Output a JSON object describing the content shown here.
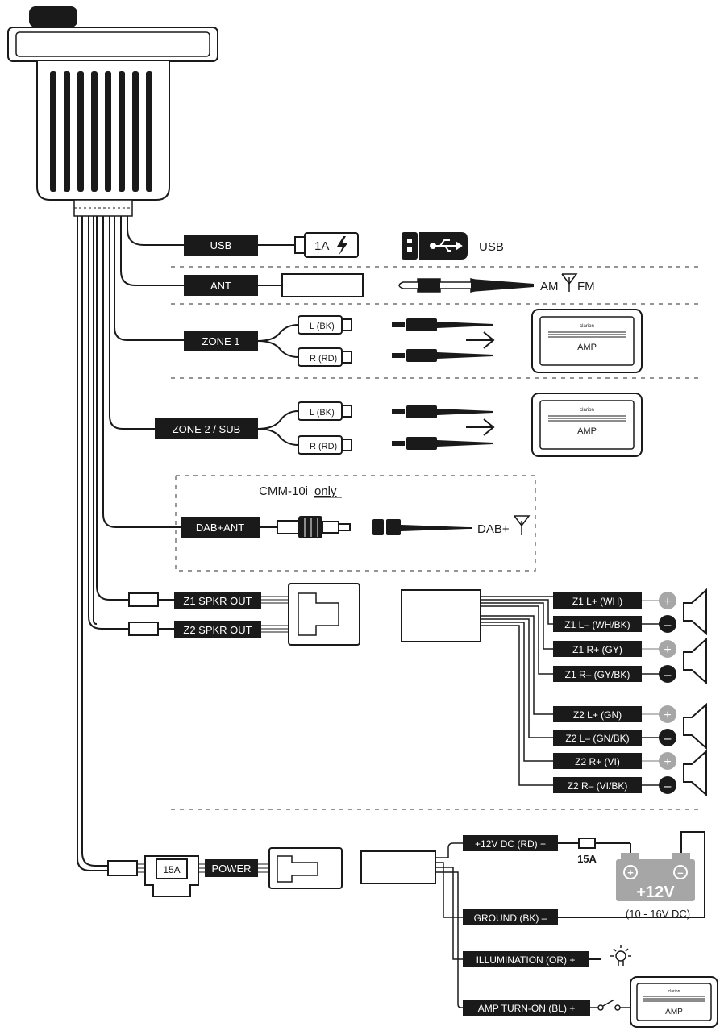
{
  "labels": {
    "usb": "USB",
    "ant": "ANT",
    "zone1": "ZONE 1",
    "zone2": "ZONE 2 / SUB",
    "dab_ant": "DAB+ANT",
    "z1_spkr_out": "Z1 SPKR OUT",
    "z2_spkr_out": "Z2 SPKR OUT",
    "power": "POWER"
  },
  "usb": {
    "rating": "1A",
    "icon_label": "USB",
    "icon": "usb-icon"
  },
  "antenna": {
    "am": "AM",
    "fm": "FM",
    "icon": "antenna-icon"
  },
  "rca": {
    "left": "L (BK)",
    "right": "R (RD)"
  },
  "amp": {
    "brand": "clarion",
    "label": "AMP"
  },
  "dab": {
    "model": "CMM-10i",
    "only": "only",
    "label": "DAB+"
  },
  "speakers": [
    {
      "label": "Z1 L+ (WH)",
      "polarity": "+"
    },
    {
      "label": "Z1 L– (WH/BK)",
      "polarity": "–"
    },
    {
      "label": "Z1 R+ (GY)",
      "polarity": "+"
    },
    {
      "label": "Z1 R– (GY/BK)",
      "polarity": "–"
    },
    {
      "label": "Z2 L+ (GN)",
      "polarity": "+"
    },
    {
      "label": "Z2 L– (GN/BK)",
      "polarity": "–"
    },
    {
      "label": "Z2 R+ (VI)",
      "polarity": "+"
    },
    {
      "label": "Z2 R– (VI/BK)",
      "polarity": "–"
    }
  ],
  "power": {
    "fuse": "15A",
    "fuse_inline": "15A",
    "battery_voltage": "+12V",
    "battery_range": "(10 - 16V DC)",
    "battery_plus": "+",
    "battery_minus": "–",
    "leads": [
      {
        "label": "+12V DC (RD) +"
      },
      {
        "label": "GROUND (BK) –"
      },
      {
        "label": "ILLUMINATION (OR) +"
      },
      {
        "label": "AMP TURN-ON (BL) +"
      }
    ]
  },
  "colors": {
    "ink": "#1a1a1a",
    "grey_terminal": "#a6a6a6",
    "paper": "#ffffff"
  }
}
